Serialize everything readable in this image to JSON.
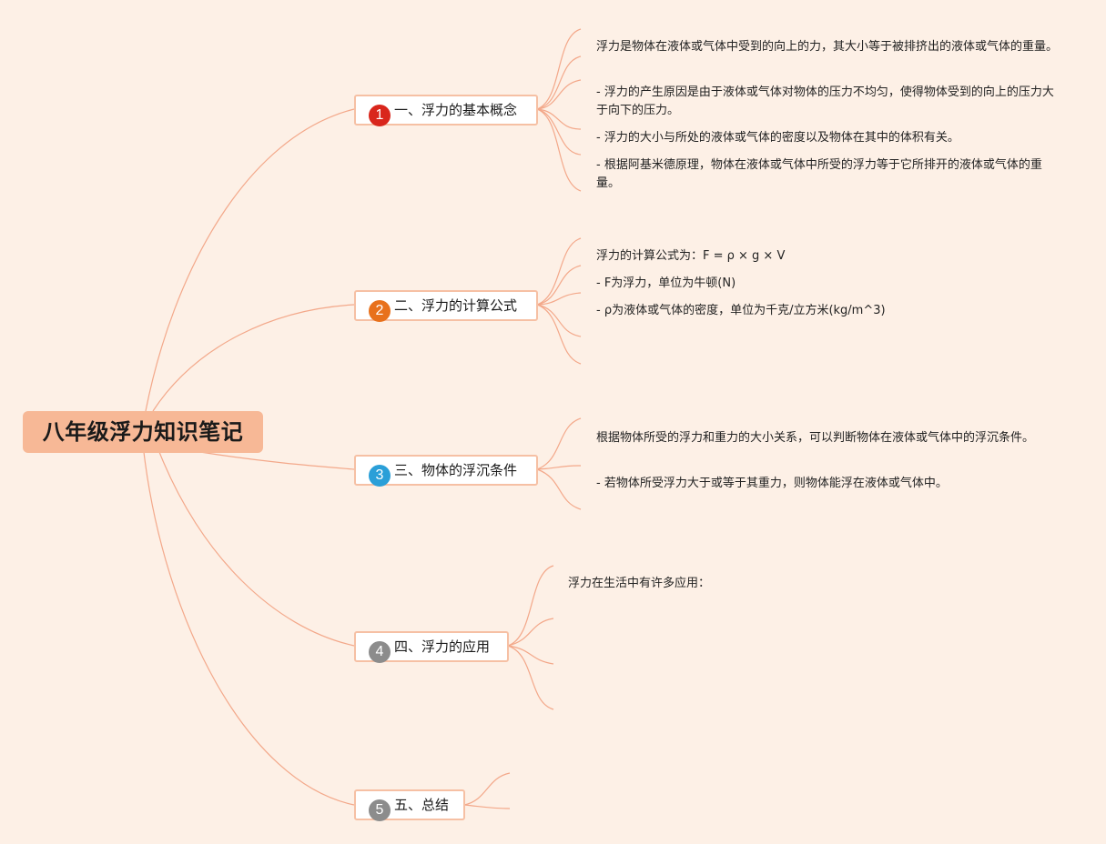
{
  "colors": {
    "background": "#fdf0e6",
    "root_fill": "#f7b896",
    "branch_border": "#f6c0a4",
    "connector": "#f3a88a"
  },
  "root": {
    "title": "八年级浮力知识笔记"
  },
  "branches": [
    {
      "badge": "1",
      "badge_color": "#d9261c",
      "label": "一、浮力的基本概念",
      "notes": [
        "浮力是物体在液体或气体中受到的向上的力，其大小等于被排挤出的液体或气体的重量。",
        "- 浮力的产生原因是由于液体或气体对物体的压力不均匀，使得物体受到的向上的压力大于向下的压力。",
        "- 浮力的大小与所处的液体或气体的密度以及物体在其中的体积有关。",
        "- 根据阿基米德原理，物体在液体或气体中所受的浮力等于它所排开的液体或气体的重量。"
      ]
    },
    {
      "badge": "2",
      "badge_color": "#e8711c",
      "label": "二、浮力的计算公式",
      "notes": [
        "浮力的计算公式为：F = ρ × g × V",
        "- F为浮力，单位为牛顿(N)",
        "- ρ为液体或气体的密度，单位为千克/立方米(kg/m^3)"
      ]
    },
    {
      "badge": "3",
      "badge_color": "#2a9fd8",
      "label": "三、物体的浮沉条件",
      "notes": [
        "根据物体所受的浮力和重力的大小关系，可以判断物体在液体或气体中的浮沉条件。",
        "- 若物体所受浮力大于或等于其重力，则物体能浮在液体或气体中。"
      ]
    },
    {
      "badge": "4",
      "badge_color": "#8c8c8c",
      "label": "四、浮力的应用",
      "notes": [
        "浮力在生活中有许多应用："
      ]
    },
    {
      "badge": "5",
      "badge_color": "#8c8c8c",
      "label": "五、总结",
      "notes": []
    }
  ]
}
